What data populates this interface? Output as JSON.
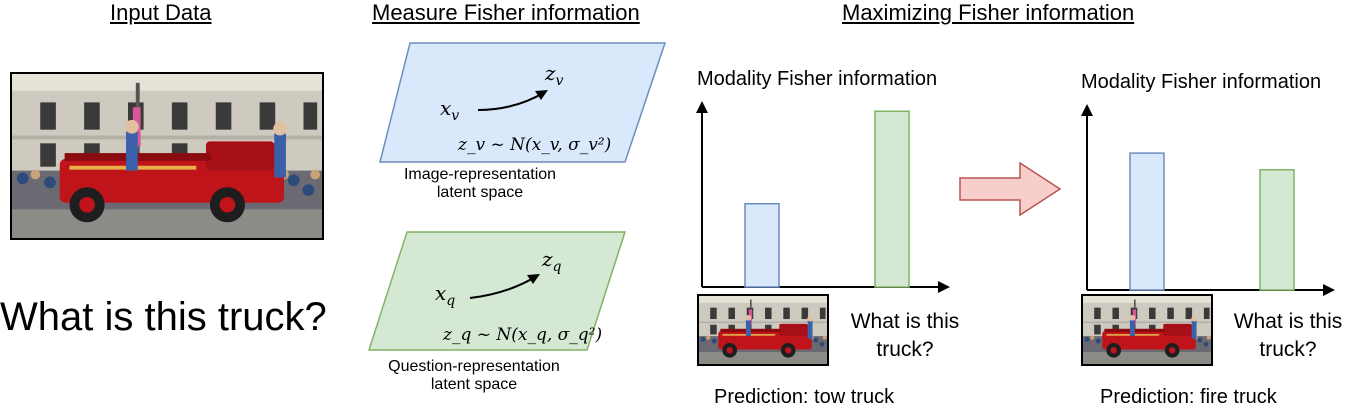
{
  "headings": {
    "input": "Input Data",
    "measure": "Measure Fisher information",
    "maximize": "Maximizing Fisher information"
  },
  "input": {
    "image_alt": "red fire truck photo",
    "question": "What is this truck?"
  },
  "latent_spaces": {
    "image": {
      "line1": "Image-representation",
      "line2": "latent space",
      "x": "x",
      "x_sub": "v",
      "z": "z",
      "z_sub": "v",
      "dist": "z_v ~ N(x_v, σ_v²)",
      "fill": "#dae8fc",
      "stroke": "#6c8ebf"
    },
    "question": {
      "line1": "Question-representation",
      "line2": "latent space",
      "x": "x",
      "x_sub": "q",
      "z": "z",
      "z_sub": "q",
      "dist": "z_q ~ N(x_q, σ_q²)",
      "fill": "#d5e8d4",
      "stroke": "#82b366"
    }
  },
  "chart_data": [
    {
      "type": "bar",
      "ylabel": "Modality Fisher information",
      "categories": [
        "image",
        "question"
      ],
      "values": [
        0.45,
        0.95
      ],
      "colors": [
        "#dae8fc",
        "#d5e8d4"
      ],
      "strokes": [
        "#6c8ebf",
        "#82b366"
      ],
      "ylim": [
        0,
        1
      ],
      "question": "What is this truck?",
      "prediction": "Prediction: tow truck"
    },
    {
      "type": "bar",
      "ylabel": "Modality Fisher information",
      "categories": [
        "image",
        "question"
      ],
      "values": [
        0.74,
        0.65
      ],
      "colors": [
        "#dae8fc",
        "#d5e8d4"
      ],
      "strokes": [
        "#6c8ebf",
        "#82b366"
      ],
      "ylim": [
        0,
        1
      ],
      "question": "What is this truck?",
      "prediction": "Prediction: fire truck"
    }
  ],
  "transition_arrow": {
    "fill": "#f8cecc",
    "stroke": "#b85450"
  }
}
